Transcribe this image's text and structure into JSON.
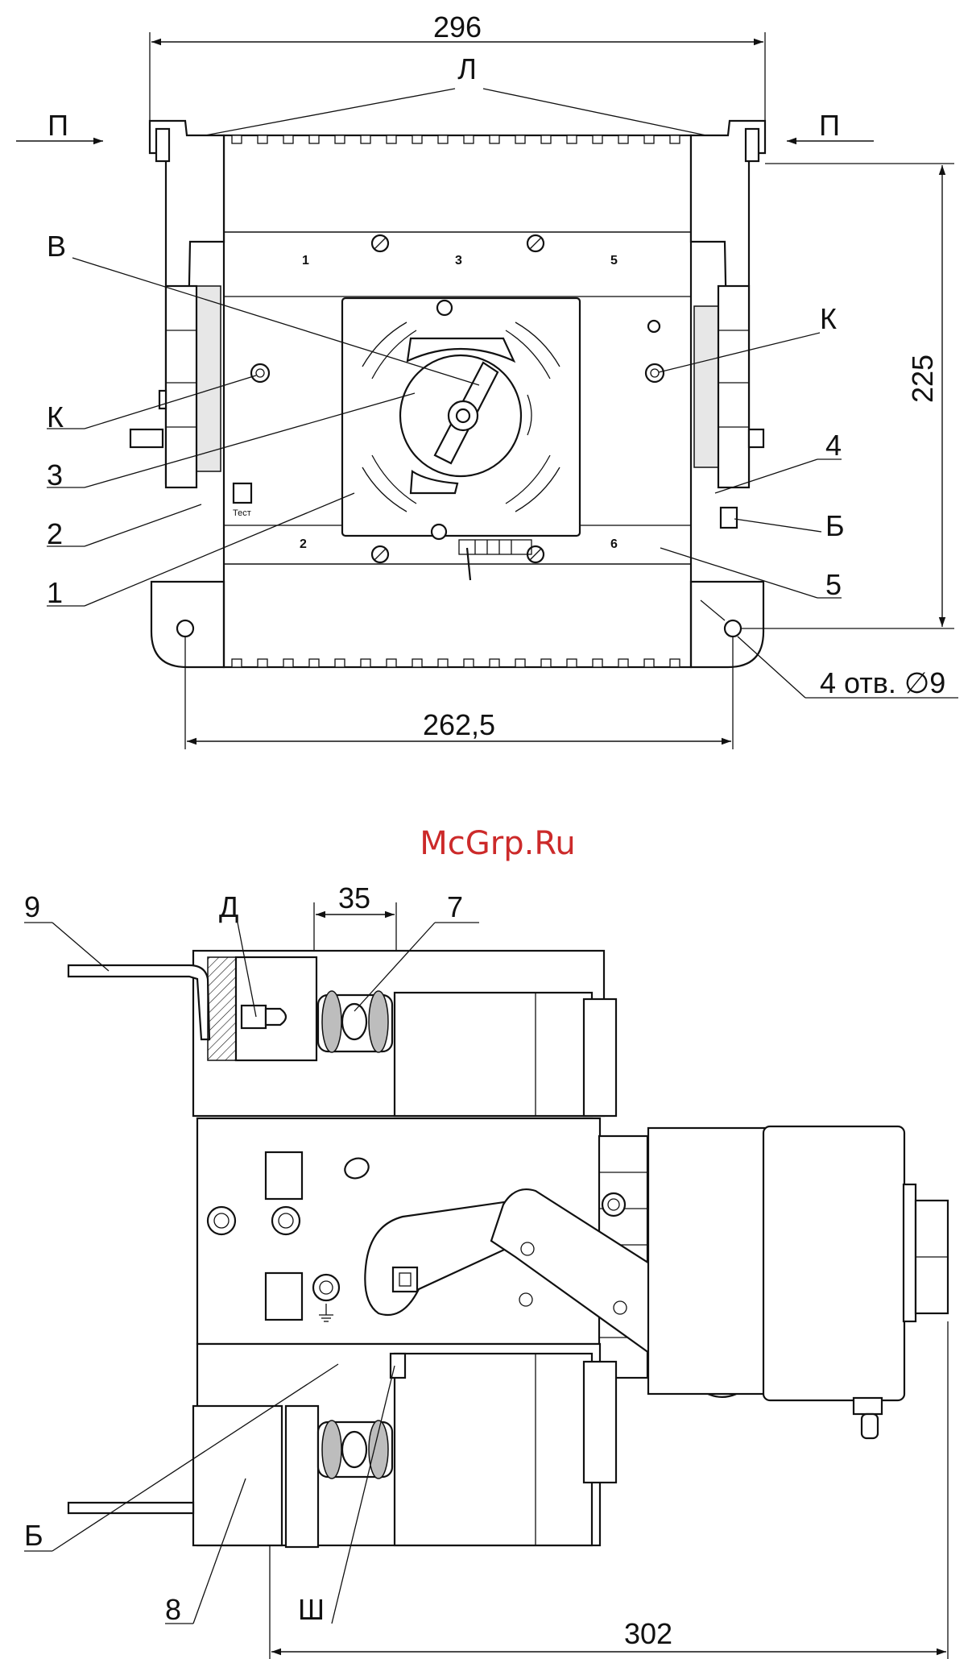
{
  "watermark": "McGrp.Ru",
  "top_view": {
    "dimensions": {
      "overall_width": "296",
      "height": "225",
      "hole_spacing": "262,5",
      "holes": "4 отв. ∅9"
    },
    "callouts": {
      "L": "Л",
      "P_left": "П",
      "P_right": "П",
      "V": "В",
      "K_left": "К",
      "K_right": "К",
      "n3": "3",
      "n2": "2",
      "n1": "1",
      "n4": "4",
      "B": "Б",
      "n5": "5"
    },
    "panel_labels": {
      "t1": "1",
      "t3": "3",
      "t5": "5",
      "t2": "2",
      "t6": "6",
      "test": "Тест"
    }
  },
  "side_view": {
    "dimensions": {
      "pitch": "35",
      "depth": "302"
    },
    "callouts": {
      "n9": "9",
      "D": "Д",
      "n7": "7",
      "B": "Б",
      "n8": "8",
      "Sh": "Ш"
    }
  }
}
